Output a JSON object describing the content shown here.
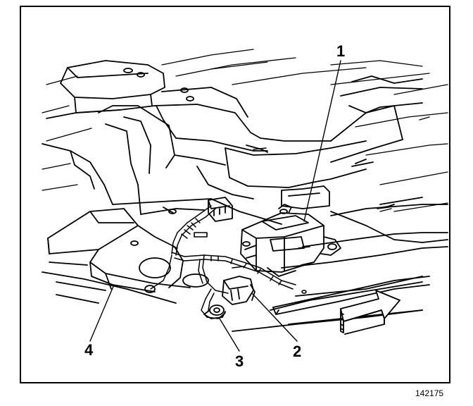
{
  "diagram": {
    "callouts": [
      {
        "id": "callout-1",
        "label": "1"
      },
      {
        "id": "callout-2",
        "label": "2"
      },
      {
        "id": "callout-3",
        "label": "3"
      },
      {
        "id": "callout-4",
        "label": "4"
      }
    ],
    "figure_number": "142175",
    "colors": {
      "ink": "#000000",
      "paper": "#ffffff"
    }
  }
}
